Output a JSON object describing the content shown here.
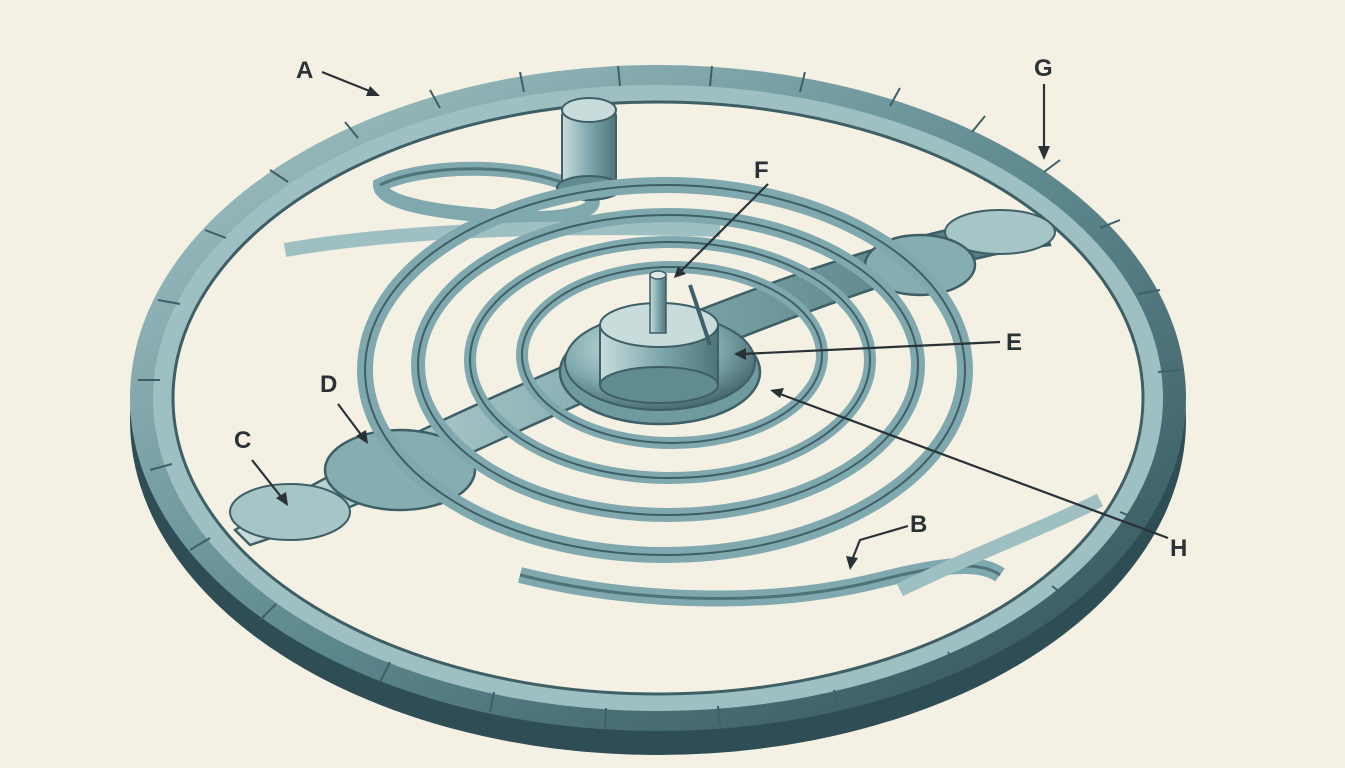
{
  "figure": {
    "subject_icon": "balance-wheel-with-hairspring-illustration",
    "colors": {
      "background": "#f4f0e4",
      "metal_dark": "#3f5f66",
      "metal_mid": "#7fa9ae",
      "metal_light": "#c9dcdc",
      "label_ink": "#2a3236"
    }
  },
  "callouts": {
    "A": "A",
    "B": "B",
    "C": "C",
    "D": "D",
    "E": "E",
    "F": "F",
    "G": "G",
    "H": "H"
  }
}
